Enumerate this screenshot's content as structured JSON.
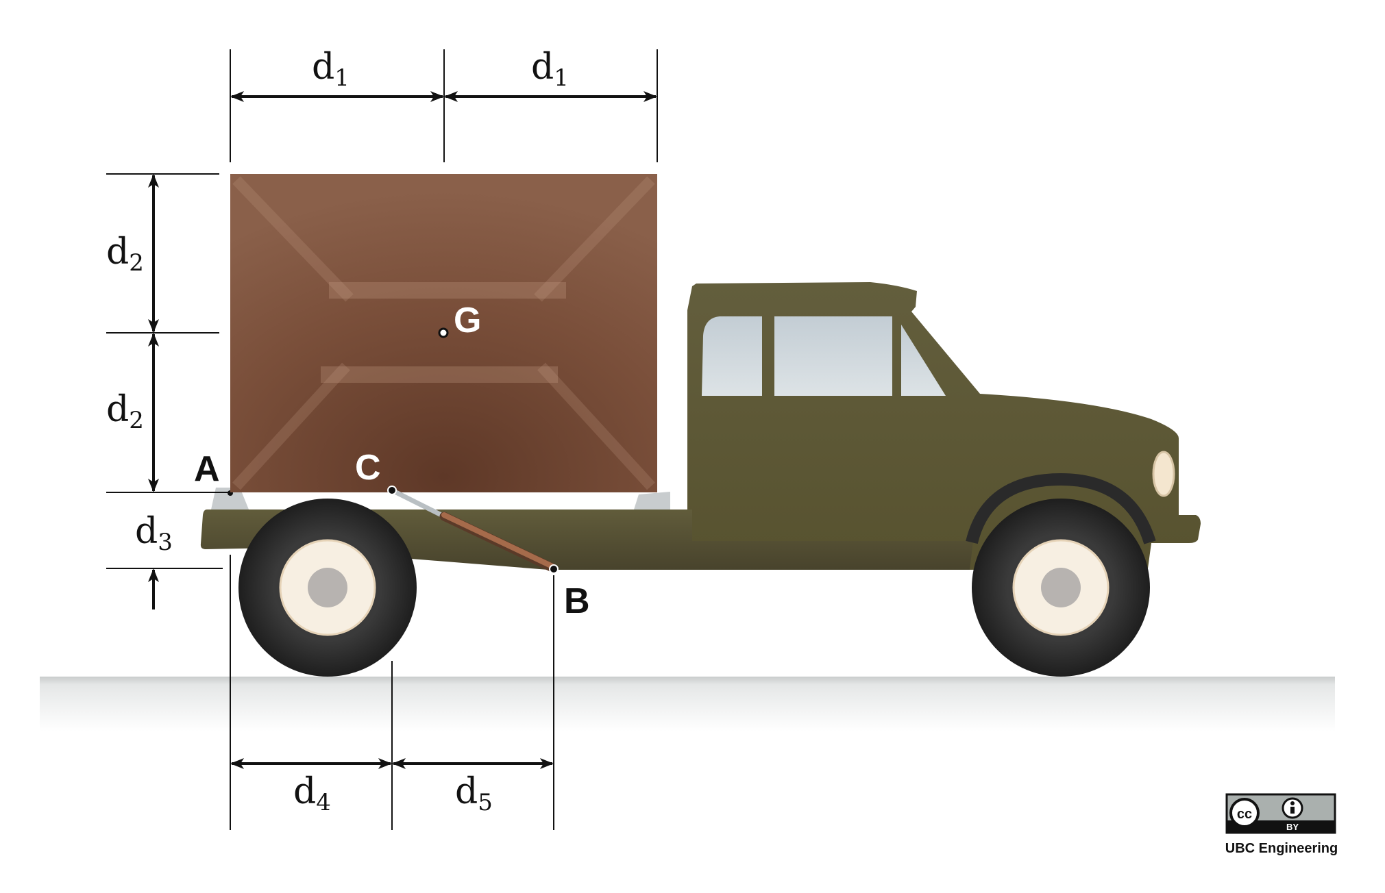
{
  "labels": {
    "d1_left": {
      "base": "d",
      "sub": "1"
    },
    "d1_right": {
      "base": "d",
      "sub": "1"
    },
    "d2_top": {
      "base": "d",
      "sub": "2"
    },
    "d2_bottom": {
      "base": "d",
      "sub": "2"
    },
    "d3": {
      "base": "d",
      "sub": "3"
    },
    "d4": {
      "base": "d",
      "sub": "4"
    },
    "d5": {
      "base": "d",
      "sub": "5"
    }
  },
  "points": {
    "A": "A",
    "B": "B",
    "C": "C",
    "G": "G"
  },
  "license": {
    "cc": "cc",
    "by": "BY"
  },
  "credit": "UBC Engineering",
  "colors": {
    "truck_body": "#5f5a3a",
    "truck_body_dark": "#4c4830",
    "crate": "#7a4f3a",
    "crate_highlight": "#8e634b",
    "window": "#cdd6dc",
    "tire": "#2b2b2b",
    "rim": "#f7efe2",
    "hub": "#b7b3b0",
    "piston": "#a66b4b",
    "ground": "#e6e8e8",
    "line": "#111111"
  }
}
